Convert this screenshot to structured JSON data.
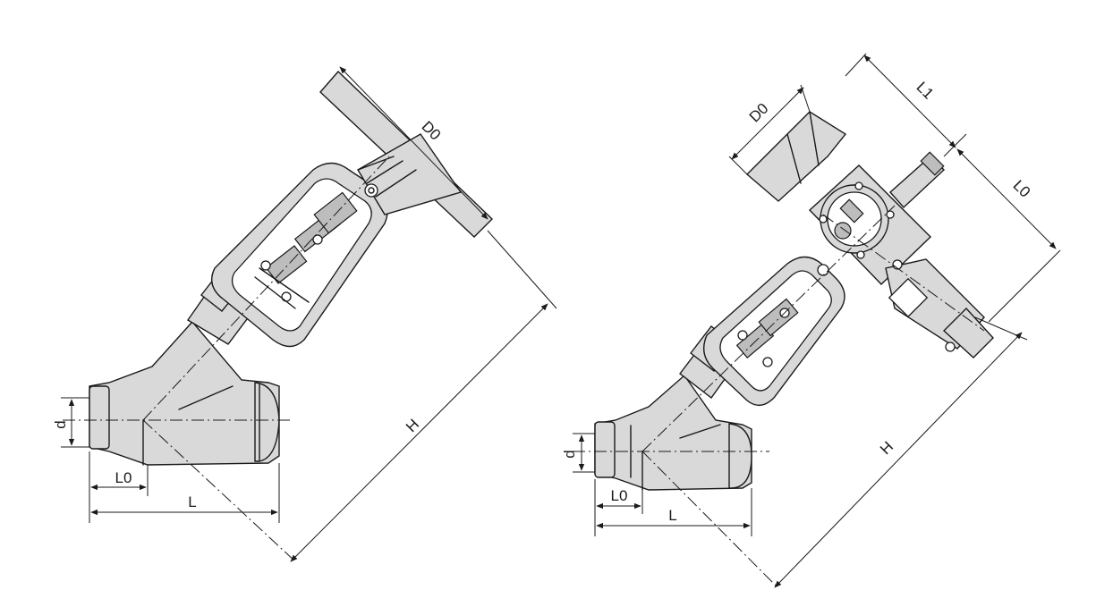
{
  "left_valve": {
    "labels": {
      "d": "d",
      "l0": "L0",
      "l": "L",
      "h": "H",
      "d0": "D0"
    }
  },
  "right_valve": {
    "labels": {
      "d": "d",
      "l0": "L0",
      "l": "L",
      "h": "H",
      "d0": "D0",
      "l1": "L1",
      "l0_top": "L0"
    }
  },
  "colors": {
    "line": "#1a1a1a",
    "body_fill": "#d9d9d9",
    "shade_fill": "#bdbdbd"
  }
}
